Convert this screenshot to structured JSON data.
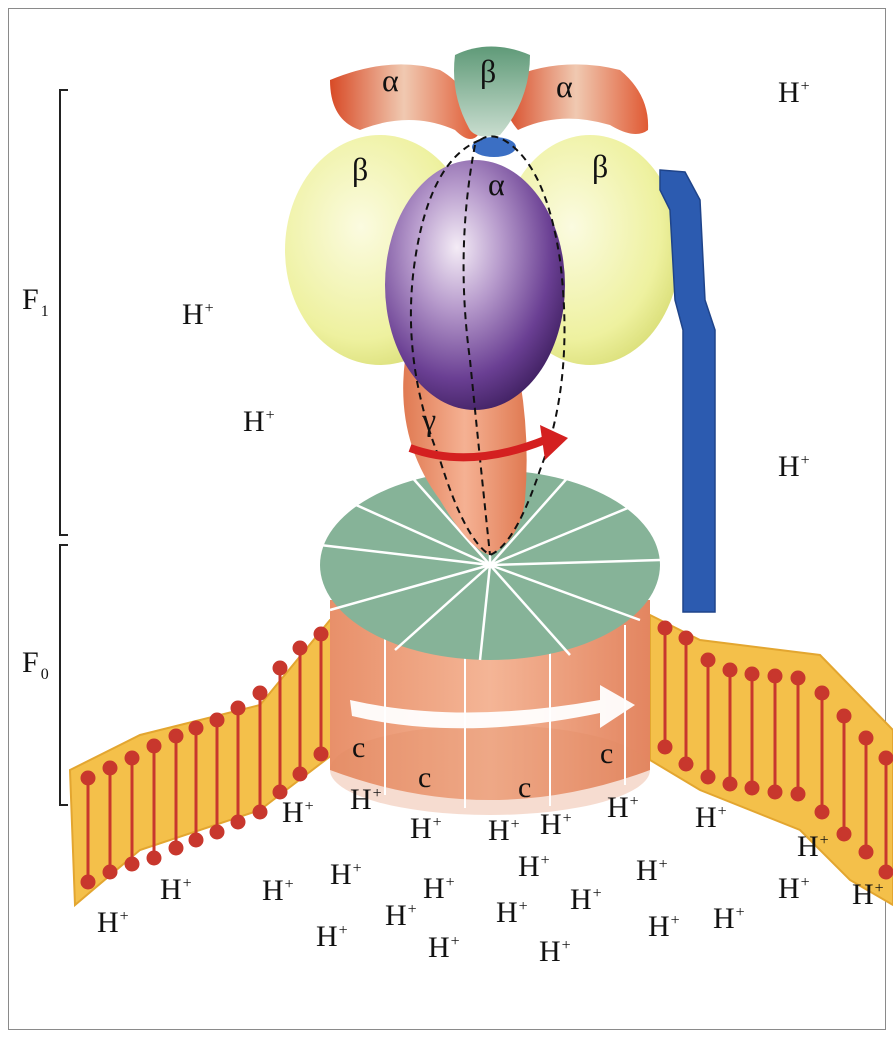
{
  "labels": {
    "f1": "F",
    "f1_sub": "1",
    "f0": "F",
    "f0_sub": "0",
    "alpha": "α",
    "beta": "β",
    "gamma": "γ",
    "c": "c",
    "proton": "H",
    "proton_charge": "+"
  },
  "colors": {
    "alpha_subunit": "#d9674a",
    "beta_subunit": "#e9ee9a",
    "beta_top": "#7fa88a",
    "delta_dome": "#6a3f93",
    "gamma_stalk": "#e8916a",
    "c_ring_top": "#86b398",
    "c_ring_side": "#e58a65",
    "membrane": "#f2c14e",
    "lipid": "#c8372d",
    "stator": "#2c5bb0",
    "rotation_arrow": "#d42020"
  }
}
